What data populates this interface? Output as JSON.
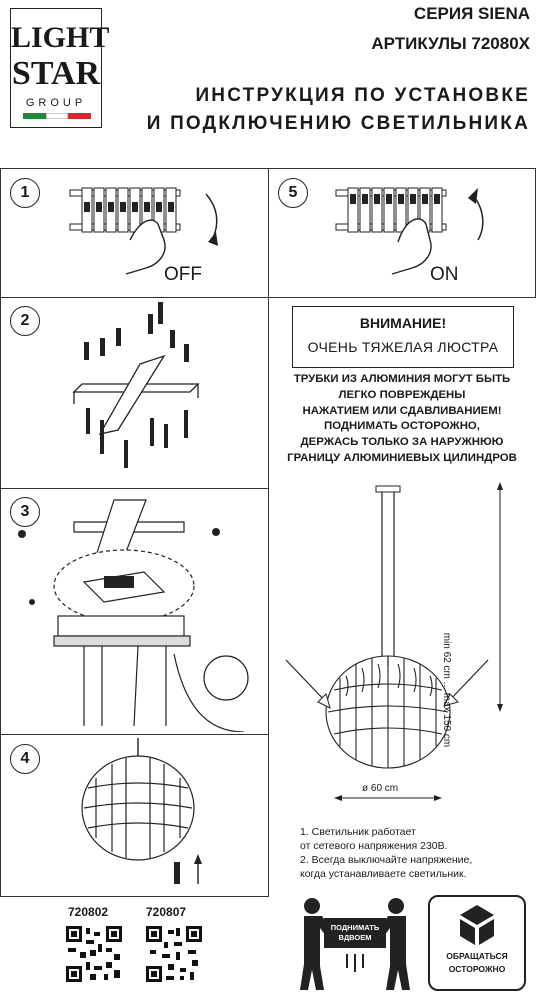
{
  "logo": {
    "line1": "LIGHT",
    "line2": "STAR",
    "line3": "GROUP",
    "flag_colors": [
      "#1b8a3a",
      "#ffffff",
      "#d32a2a"
    ]
  },
  "header": {
    "series": "СЕРИЯ SIENA",
    "articles": "АРТИКУЛЫ 72080X",
    "title_line1": "ИНСТРУКЦИЯ ПО УСТАНОВКЕ",
    "title_line2": "И ПОДКЛЮЧЕНИЮ СВЕТИЛЬНИКА"
  },
  "steps": [
    {
      "number": "1",
      "label": "OFF"
    },
    {
      "number": "5",
      "label": "ON"
    },
    {
      "number": "2"
    },
    {
      "number": "3"
    },
    {
      "number": "4"
    }
  ],
  "warning": {
    "title": "ВНИМАНИЕ!",
    "subtitle": "ОЧЕНЬ ТЯЖЕЛАЯ ЛЮСТРА",
    "caution_lines": [
      "ТРУБКИ ИЗ АЛЮМИНИЯ МОГУТ БЫТЬ",
      "ЛЕГКО ПОВРЕЖДЕНЫ",
      "НАЖАТИЕМ ИЛИ СДАВЛИВАНИЕМ!",
      "ПОДНИМАТЬ ОСТОРОЖНО,",
      "ДЕРЖАСЬ ТОЛЬКО ЗА НАРУЖНЮЮ",
      "ГРАНИЦУ АЛЮМИНИЕВЫХ ЦИЛИНДРОВ"
    ]
  },
  "dimensions": {
    "height": "min 62 cm ... max 150 cm",
    "diameter": "ø 60 cm"
  },
  "notes": [
    "1. Светильник работает",
    "от сетевого напряжения 230В.",
    "2. Всегда выключайте напряжение,",
    "когда устанавливаете светильник."
  ],
  "articles": [
    "720802",
    "720807"
  ],
  "badges": {
    "lift": "ПОДНИМАТЬ\nВДВОЕМ",
    "handle_line1": "ОБРАЩАТЬСЯ",
    "handle_line2": "ОСТОРОЖНО",
    "lift_line1": "ПОДНИМАТЬ",
    "lift_line2": "ВДВОЕМ"
  },
  "icons": [
    "power-breaker-icon",
    "mounting-bracket-icon",
    "pendant-lamp-icon",
    "two-person-lift-icon",
    "fragile-glass-icon",
    "qr-code-icon"
  ]
}
